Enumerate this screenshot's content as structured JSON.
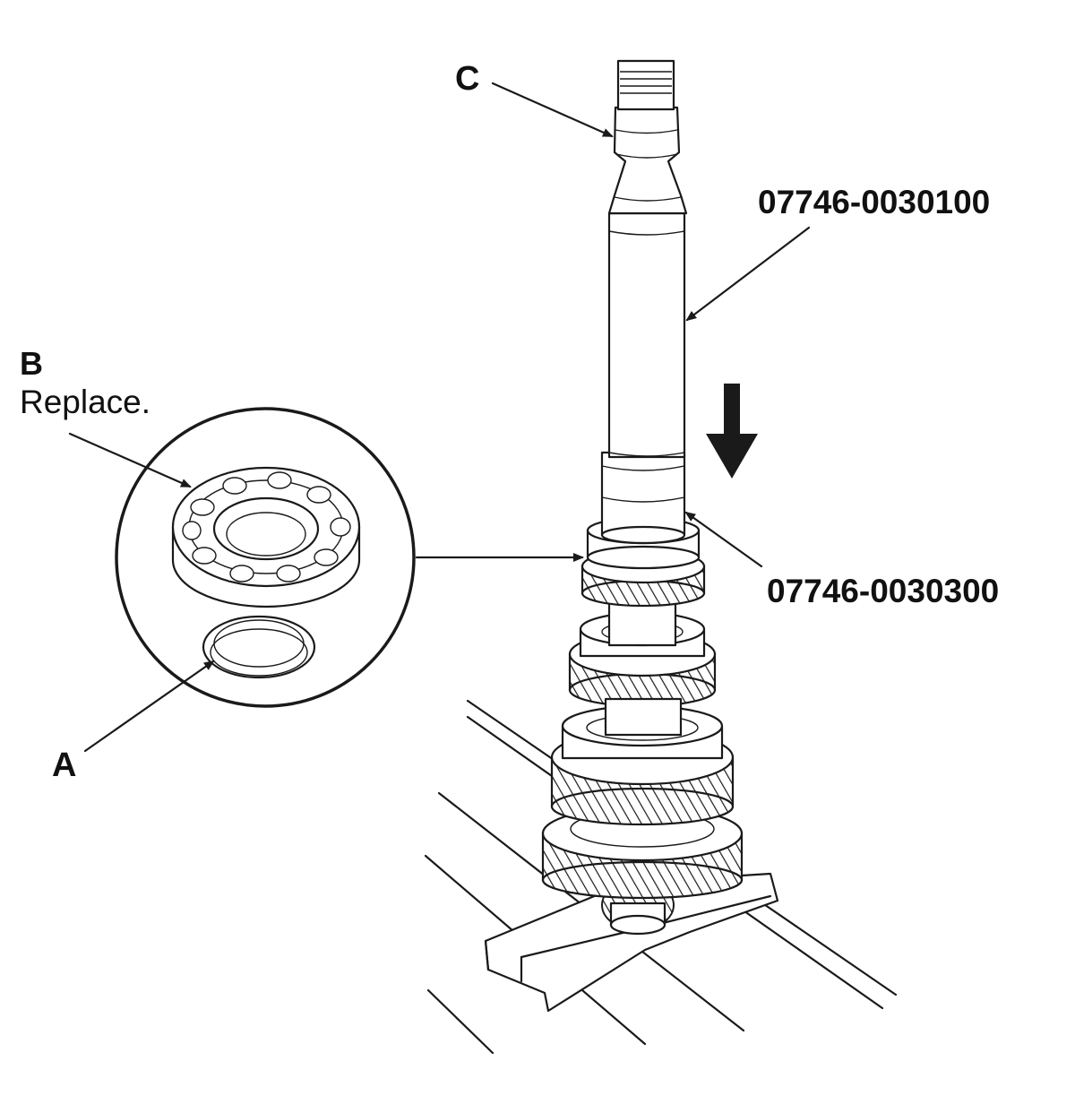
{
  "labels": {
    "part_a": "A",
    "part_b": "B",
    "part_b_note": "Replace.",
    "part_c": "C",
    "tool_1": "07746-0030100",
    "tool_2": "07746-0030300"
  },
  "colors": {
    "ink": "#1a1a1a",
    "paper": "#ffffff"
  },
  "icons": {
    "direction": "down-arrow-icon"
  }
}
